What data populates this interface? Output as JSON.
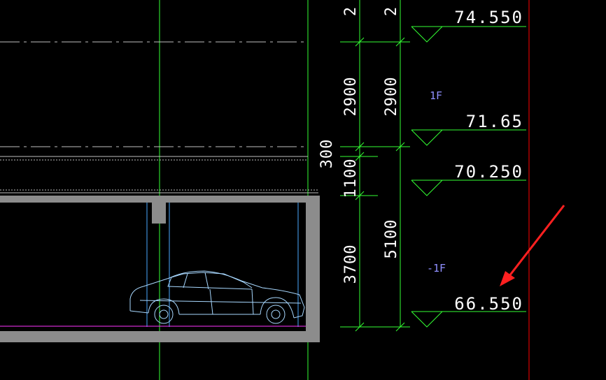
{
  "elevations": [
    "74.550",
    "71.65",
    "70.250",
    "66.550"
  ],
  "floor_labels": [
    "1F",
    "-1F"
  ],
  "dimensions_outer": [
    "2",
    "2900",
    "5100"
  ],
  "dimensions_inner": [
    "2",
    "2900",
    "300",
    "1100",
    "3700"
  ],
  "colors": {
    "background": "#000000",
    "dimension_lines": "#33ff33",
    "text": "#ffffff",
    "floor_text": "#8f8fff",
    "red_line": "#ff0000",
    "arrow": "#ff2020",
    "structure": "#8c8c8c",
    "car": "#a8d8ff",
    "columns": "#4aa8ff",
    "ground_line": "#ff33ff",
    "gridlines": "#bfbfbf"
  },
  "icons": {
    "car": "car-outline-icon",
    "arrow": "red-arrow-icon",
    "elevation_marker": "elevation-triangle-icon"
  }
}
